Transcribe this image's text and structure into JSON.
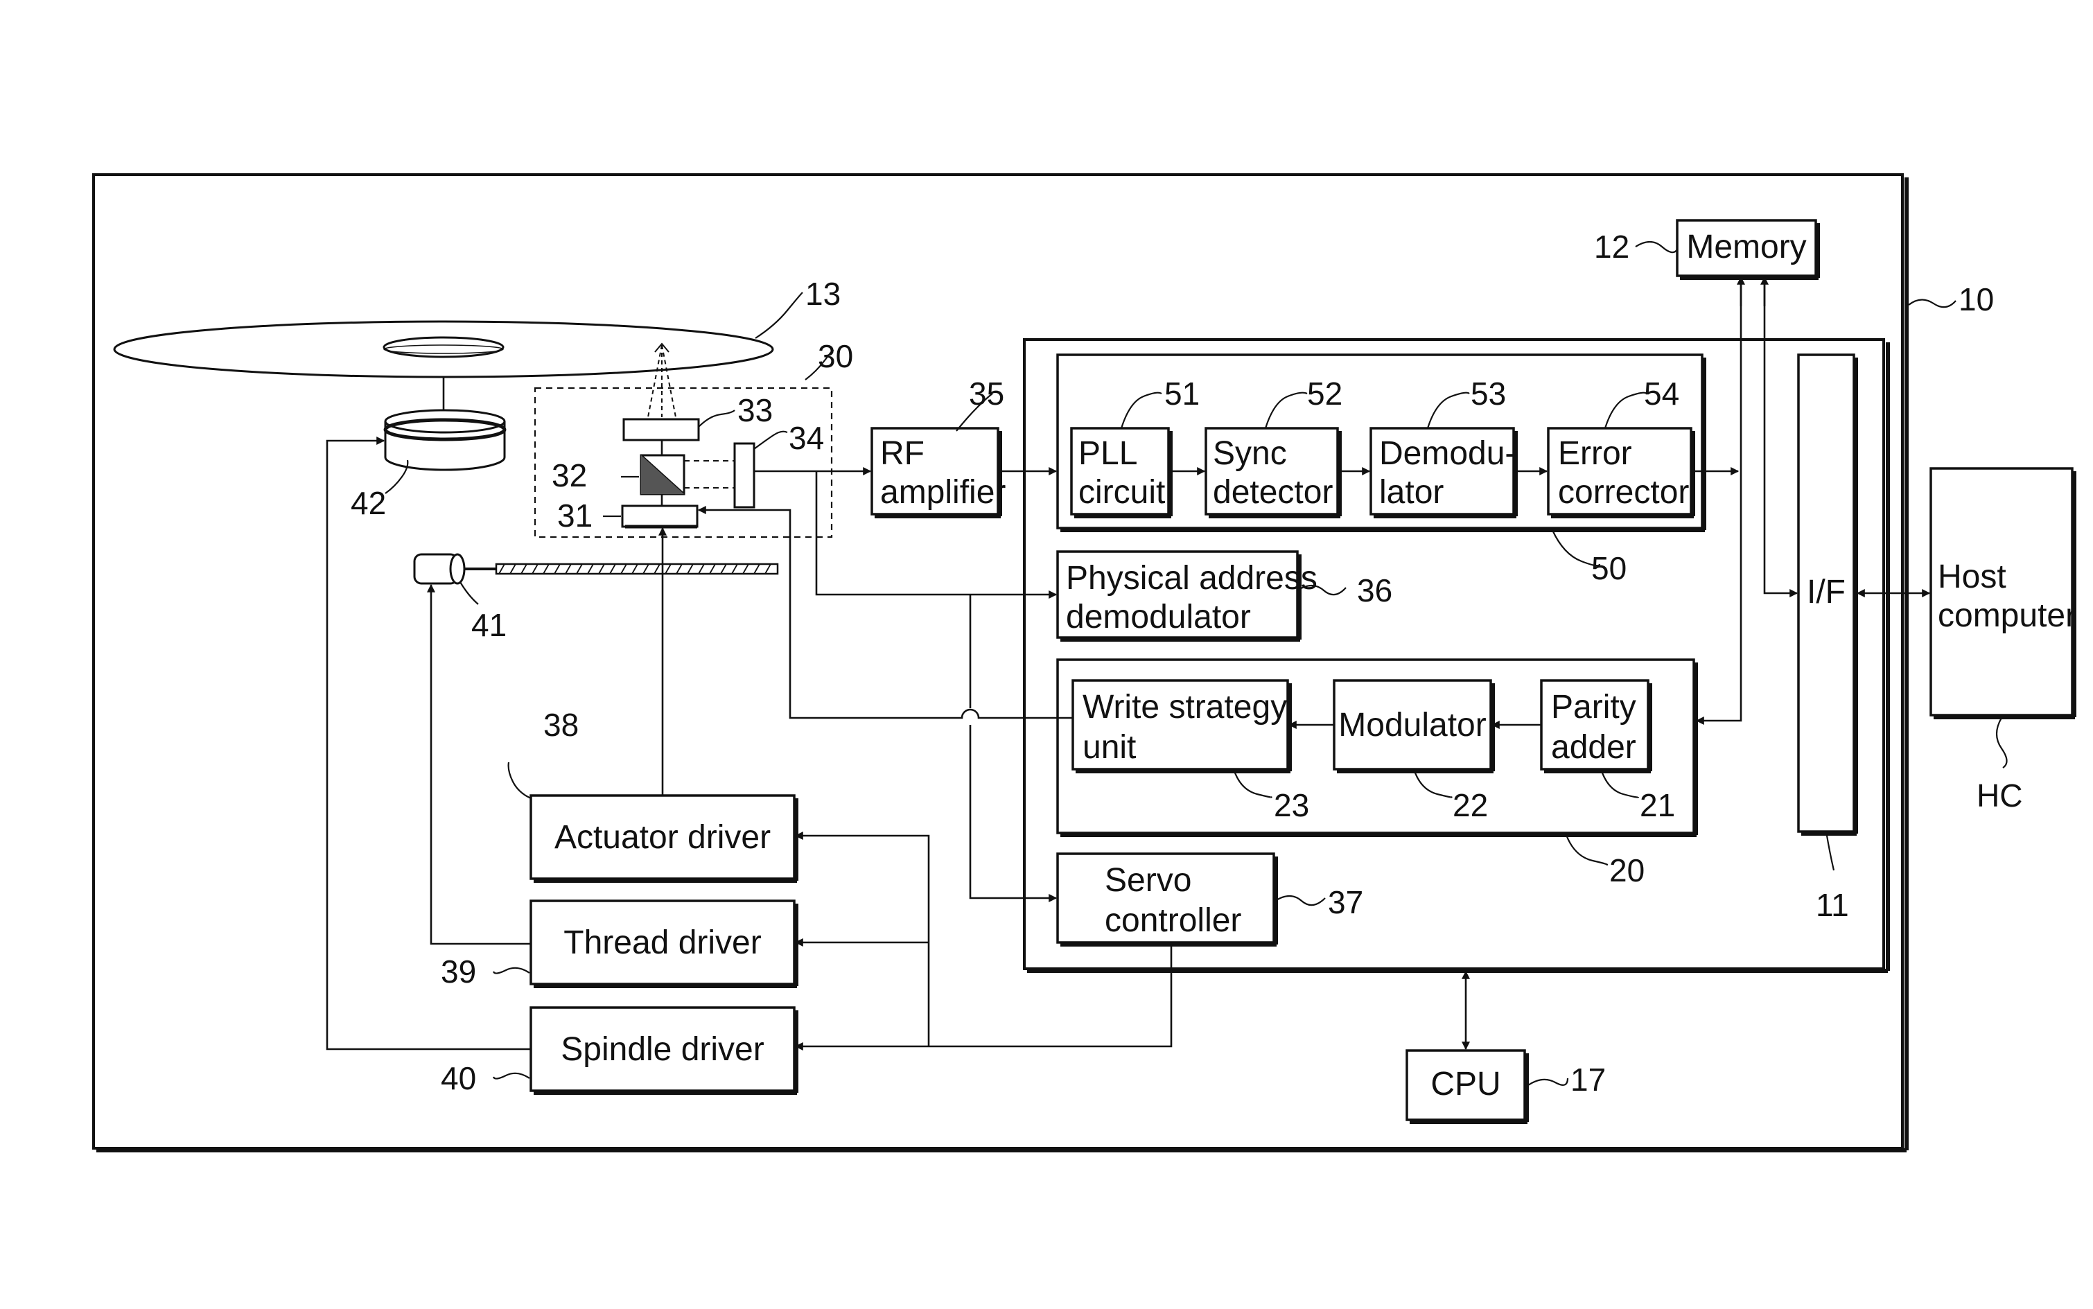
{
  "blocks": {
    "memory": "Memory",
    "rf_amplifier": [
      "RF",
      "amplifier"
    ],
    "pll_circuit": [
      "PLL",
      "circuit"
    ],
    "sync_detector": [
      "Sync",
      "detector"
    ],
    "demodulator": [
      "Demodu-",
      "lator"
    ],
    "error_corrector": [
      "Error",
      "corrector"
    ],
    "physical_address_demodulator": [
      "Physical address",
      "demodulator"
    ],
    "write_strategy_unit": [
      "Write strategy",
      "unit"
    ],
    "modulator": "Modulator",
    "parity_adder": [
      "Parity",
      "adder"
    ],
    "servo_controller": [
      "Servo",
      "controller"
    ],
    "interface": "I/F",
    "host_computer": [
      "Host",
      "computer"
    ],
    "actuator_driver": "Actuator driver",
    "thread_driver": "Thread driver",
    "spindle_driver": "Spindle driver",
    "cpu": "CPU"
  },
  "refs": {
    "drive": "10",
    "interface": "11",
    "memory": "12",
    "disc": "13",
    "cpu": "17",
    "encoder": "20",
    "parity_adder": "21",
    "modulator": "22",
    "write_strategy_unit": "23",
    "pickup": "30",
    "laser": "31",
    "beam_splitter": "32",
    "objective_lens": "33",
    "photodetector": "34",
    "rf_amplifier": "35",
    "physical_address_demodulator": "36",
    "servo_controller": "37",
    "actuator_driver": "38",
    "thread_driver": "39",
    "spindle_driver": "40",
    "thread_motor": "41",
    "spindle_motor": "42",
    "decoder": "50",
    "pll_circuit": "51",
    "sync_detector": "52",
    "demodulator": "53",
    "error_corrector": "54",
    "host_computer": "HC"
  }
}
